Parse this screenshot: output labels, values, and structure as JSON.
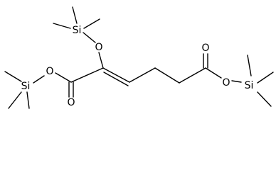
{
  "molecule": {
    "atoms": {
      "si_top": "Si",
      "o_top": "O",
      "si_left": "Si",
      "o_ester_left": "O",
      "o_carbonyl_left": "O",
      "o_carbonyl_right": "O",
      "o_ester_right": "O",
      "si_right": "Si"
    }
  }
}
